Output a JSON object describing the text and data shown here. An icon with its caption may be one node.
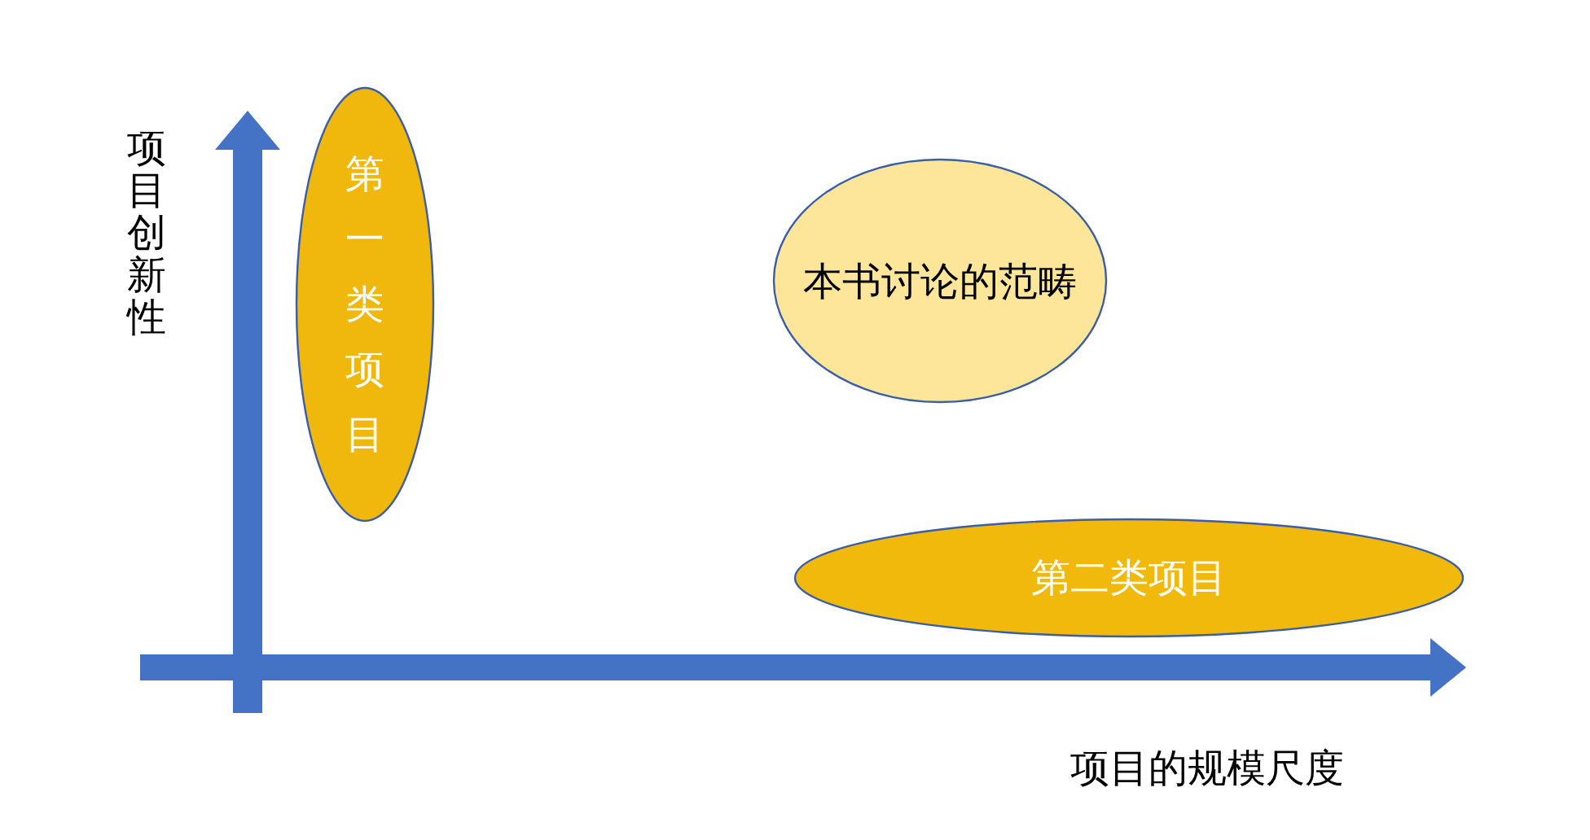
{
  "diagram": {
    "nodes": [
      {
        "text": [
          "第一类项目"
        ]
      },
      {
        "text": [
          "本书讨论的范畴"
        ]
      },
      {
        "text": [
          "第二类项目"
        ]
      }
    ],
    "labels": [
      "项目创新性",
      "项目的规模尺度"
    ]
  }
}
